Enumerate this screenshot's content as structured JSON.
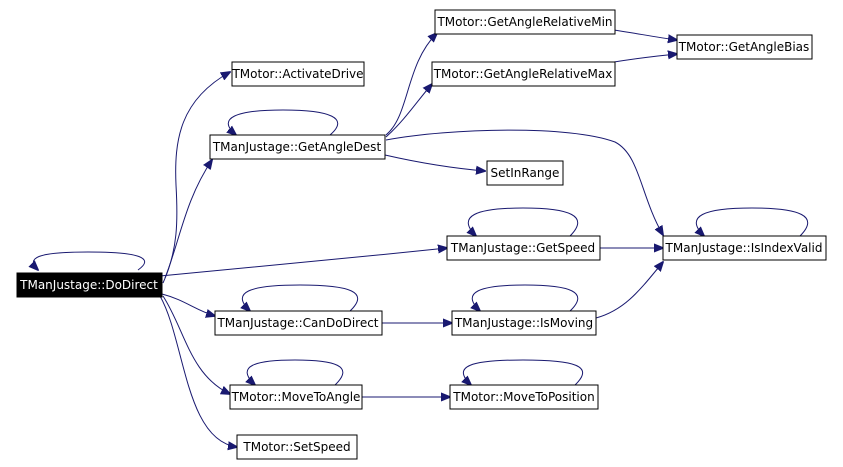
{
  "colors": {
    "edge": "#191970",
    "root_fill": "#000000",
    "root_text": "#ffffff",
    "node_border": "#000000"
  },
  "nodes": {
    "do_direct": "TManJustage::DoDirect",
    "activate_drive": "TMotor::ActivateDrive",
    "get_angle_dest": "TManJustage::GetAngleDest",
    "get_angle_relative_min": "TMotor::GetAngleRelativeMin",
    "get_angle_relative_max": "TMotor::GetAngleRelativeMax",
    "get_angle_bias": "TMotor::GetAngleBias",
    "set_in_range": "SetInRange",
    "get_speed": "TManJustage::GetSpeed",
    "is_index_valid": "TManJustage::IsIndexValid",
    "can_do_direct": "TManJustage::CanDoDirect",
    "is_moving": "TManJustage::IsMoving",
    "move_to_angle": "TMotor::MoveToAngle",
    "move_to_position": "TMotor::MoveToPosition",
    "set_speed": "TMotor::SetSpeed"
  },
  "edges": [
    [
      "do_direct",
      "do_direct"
    ],
    [
      "do_direct",
      "activate_drive"
    ],
    [
      "do_direct",
      "get_angle_dest"
    ],
    [
      "do_direct",
      "get_speed"
    ],
    [
      "do_direct",
      "can_do_direct"
    ],
    [
      "do_direct",
      "move_to_angle"
    ],
    [
      "do_direct",
      "set_speed"
    ],
    [
      "get_angle_dest",
      "get_angle_dest"
    ],
    [
      "get_angle_dest",
      "get_angle_relative_min"
    ],
    [
      "get_angle_dest",
      "get_angle_relative_max"
    ],
    [
      "get_angle_dest",
      "set_in_range"
    ],
    [
      "get_angle_dest",
      "is_index_valid"
    ],
    [
      "get_angle_relative_min",
      "get_angle_bias"
    ],
    [
      "get_angle_relative_max",
      "get_angle_bias"
    ],
    [
      "get_speed",
      "get_speed"
    ],
    [
      "get_speed",
      "is_index_valid"
    ],
    [
      "is_index_valid",
      "is_index_valid"
    ],
    [
      "can_do_direct",
      "can_do_direct"
    ],
    [
      "can_do_direct",
      "is_moving"
    ],
    [
      "is_moving",
      "is_moving"
    ],
    [
      "is_moving",
      "is_index_valid"
    ],
    [
      "move_to_angle",
      "move_to_angle"
    ],
    [
      "move_to_angle",
      "move_to_position"
    ],
    [
      "move_to_position",
      "move_to_position"
    ]
  ]
}
